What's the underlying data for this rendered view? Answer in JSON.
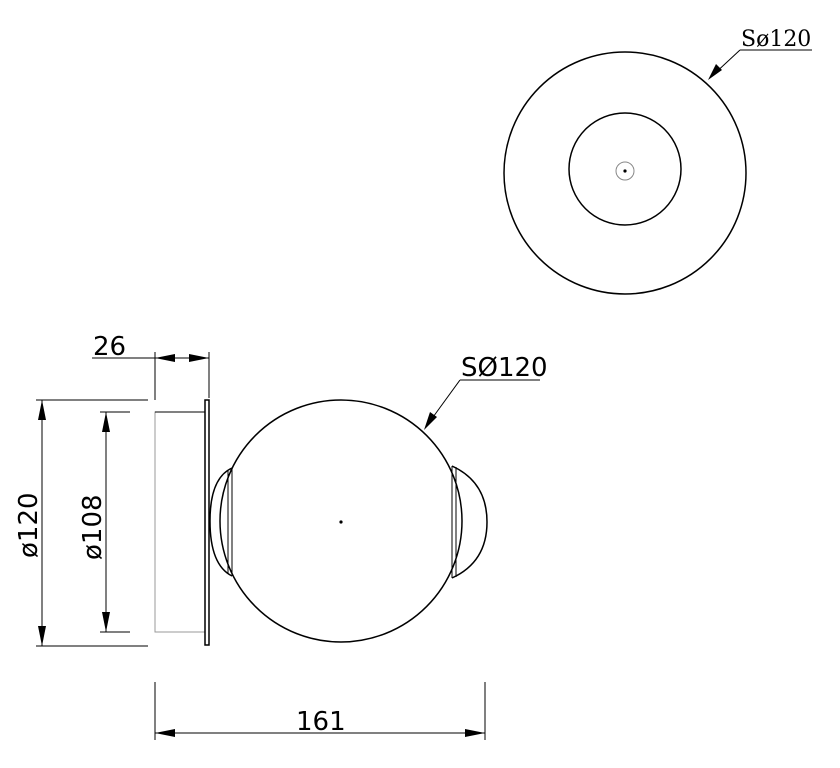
{
  "top_view": {
    "dimension_label": "Sø120"
  },
  "side_view": {
    "sphere_label": "SØ120",
    "depth_label": "26",
    "outer_diameter_label": "ø120",
    "inner_diameter_label": "ø108",
    "width_label": "161"
  }
}
